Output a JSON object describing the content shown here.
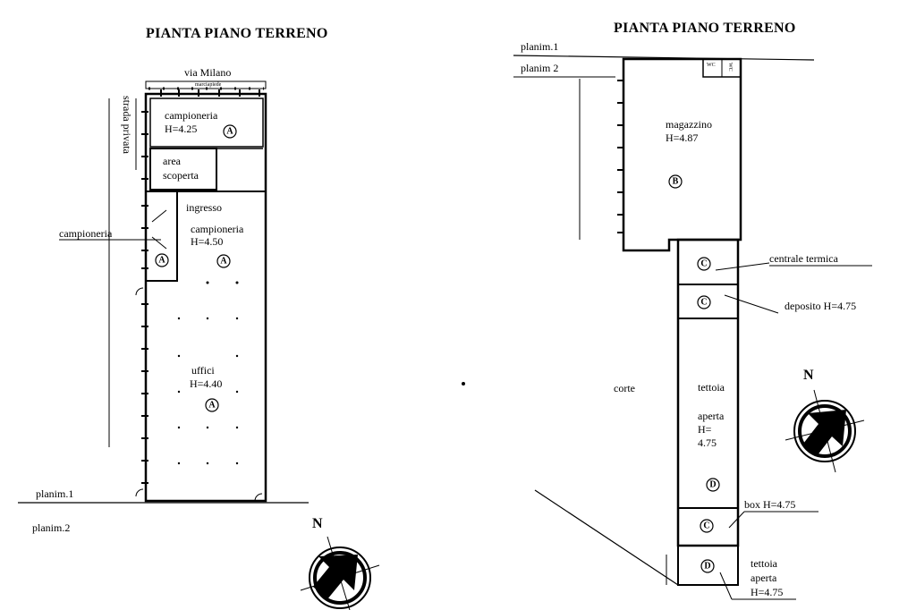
{
  "left_plan": {
    "title": "PIANTA PIANO TERRENO",
    "street_top": "via  Milano",
    "sidewalk": "marciapiede",
    "street_side": "strada privata",
    "rooms": {
      "campioneria_top": {
        "name": "campioneria",
        "height": "H=4.25",
        "code": "A"
      },
      "area_scoperta": {
        "line1": "area",
        "line2": "scoperta"
      },
      "ingresso": "ingresso",
      "campioneria_mid": {
        "name": "campioneria",
        "height": "H=4.50",
        "code": "A"
      },
      "campioneria_small": {
        "name": "campioneria",
        "code": "A"
      },
      "uffici": {
        "name": "uffici",
        "height": "H=4.40",
        "code": "A"
      }
    },
    "planim_1": "planim.1",
    "planim_2": "planim.2",
    "north": "N"
  },
  "right_plan": {
    "title": "PIANTA PIANO TERRENO",
    "planim_1": "planim.1",
    "planim_2": "planim 2",
    "wc_1": "WC",
    "wc_2": "WC",
    "rooms": {
      "magazzino": {
        "name": "magazzino",
        "height": "H=4.87",
        "code": "B"
      },
      "centrale_termica": {
        "name": "centrale termica",
        "code": "C"
      },
      "deposito": {
        "name": "deposito H=4.75",
        "code": "C"
      },
      "corte": "corte",
      "tettoia_big": {
        "line1": "tettoia",
        "line2": "aperta",
        "line3": "H=",
        "line4": "4.75",
        "code": "D"
      },
      "box": {
        "name": "box H=4.75",
        "code": "C"
      },
      "tettoia_small": {
        "line1": "tettoia",
        "line2": "aperta",
        "line3": "H=4.75",
        "code": "D"
      }
    },
    "north": "N"
  }
}
